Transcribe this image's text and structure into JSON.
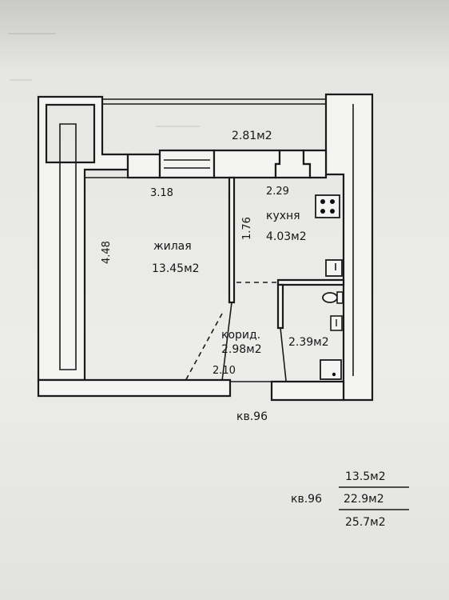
{
  "plan": {
    "balcony_area": "2.81м2",
    "living_width": "3.18",
    "living_height": "4.48",
    "living_name": "жилая",
    "living_area": "13.45м2",
    "kitchen_width": "2.29",
    "kitchen_height": "1.76",
    "kitchen_name": "кухня",
    "kitchen_area": "4.03м2",
    "corridor_name": "корид.",
    "corridor_area": "2.98м2",
    "corridor_width": "2.10",
    "bath_area": "2.39м2",
    "apartment_label": "кв.96"
  },
  "summary": {
    "label": "кв.96",
    "values": [
      "13.5м2",
      "22.9м2",
      "25.7м2"
    ]
  }
}
